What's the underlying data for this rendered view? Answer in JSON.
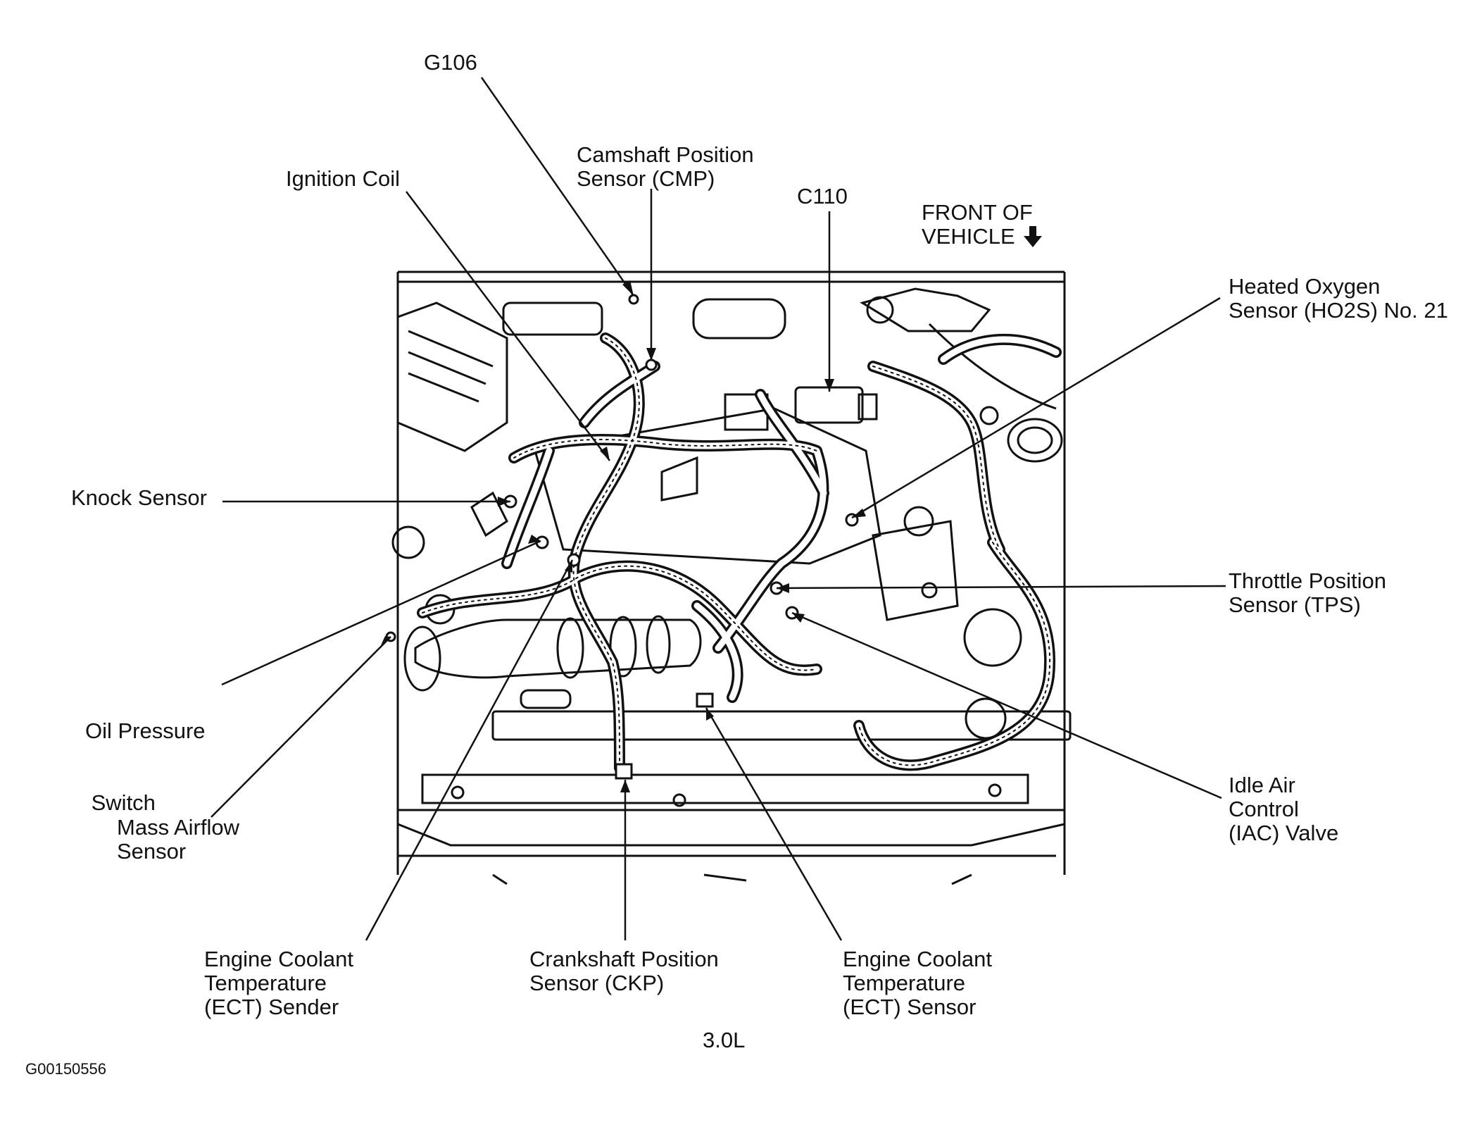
{
  "callouts": {
    "g106": [
      "G106"
    ],
    "camshaft": [
      "Camshaft Position",
      "Sensor (CMP)"
    ],
    "ignition_coil": [
      "Ignition Coil"
    ],
    "c110": [
      "C110"
    ],
    "front_of_vehicle": [
      "FRONT OF",
      "VEHICLE"
    ],
    "ho2s": [
      "Heated Oxygen",
      "Sensor (HO2S) No. 21"
    ],
    "knock_sensor": [
      "Knock Sensor"
    ],
    "tps": [
      "Throttle Position",
      "Sensor (TPS)"
    ],
    "oil_pressure": [
      "Oil Pressure",
      " Switch"
    ],
    "maf": [
      "Mass Airflow",
      "Sensor"
    ],
    "iac": [
      "Idle Air",
      "Control",
      "(IAC) Valve"
    ],
    "ect_sender": [
      "Engine Coolant",
      "Temperature",
      "(ECT) Sender"
    ],
    "ckp": [
      "Crankshaft Position",
      "Sensor (CKP)"
    ],
    "ect_sensor": [
      "Engine Coolant",
      "Temperature",
      "(ECT) Sensor"
    ]
  },
  "engine_label": "3.0L",
  "figure_id": "G00150556",
  "icons": {
    "front_arrow": "down-arrow-icon"
  },
  "colors": {
    "ink": "#111111",
    "background": "#ffffff"
  }
}
